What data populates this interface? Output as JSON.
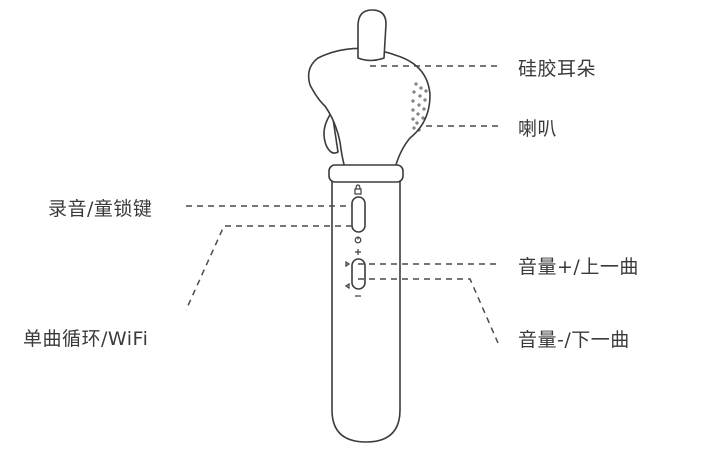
{
  "labels": {
    "silicone_ear": "硅胶耳朵",
    "speaker": "喇叭",
    "record_lock": "录音/童锁键",
    "loop_wifi": "单曲循环/WiFi",
    "vol_up_prev": "音量+/上一曲",
    "vol_down_next": "音量-/下一曲"
  },
  "colors": {
    "line": "#3c3c3c",
    "text": "#3a3a3a",
    "background": "#ffffff"
  }
}
